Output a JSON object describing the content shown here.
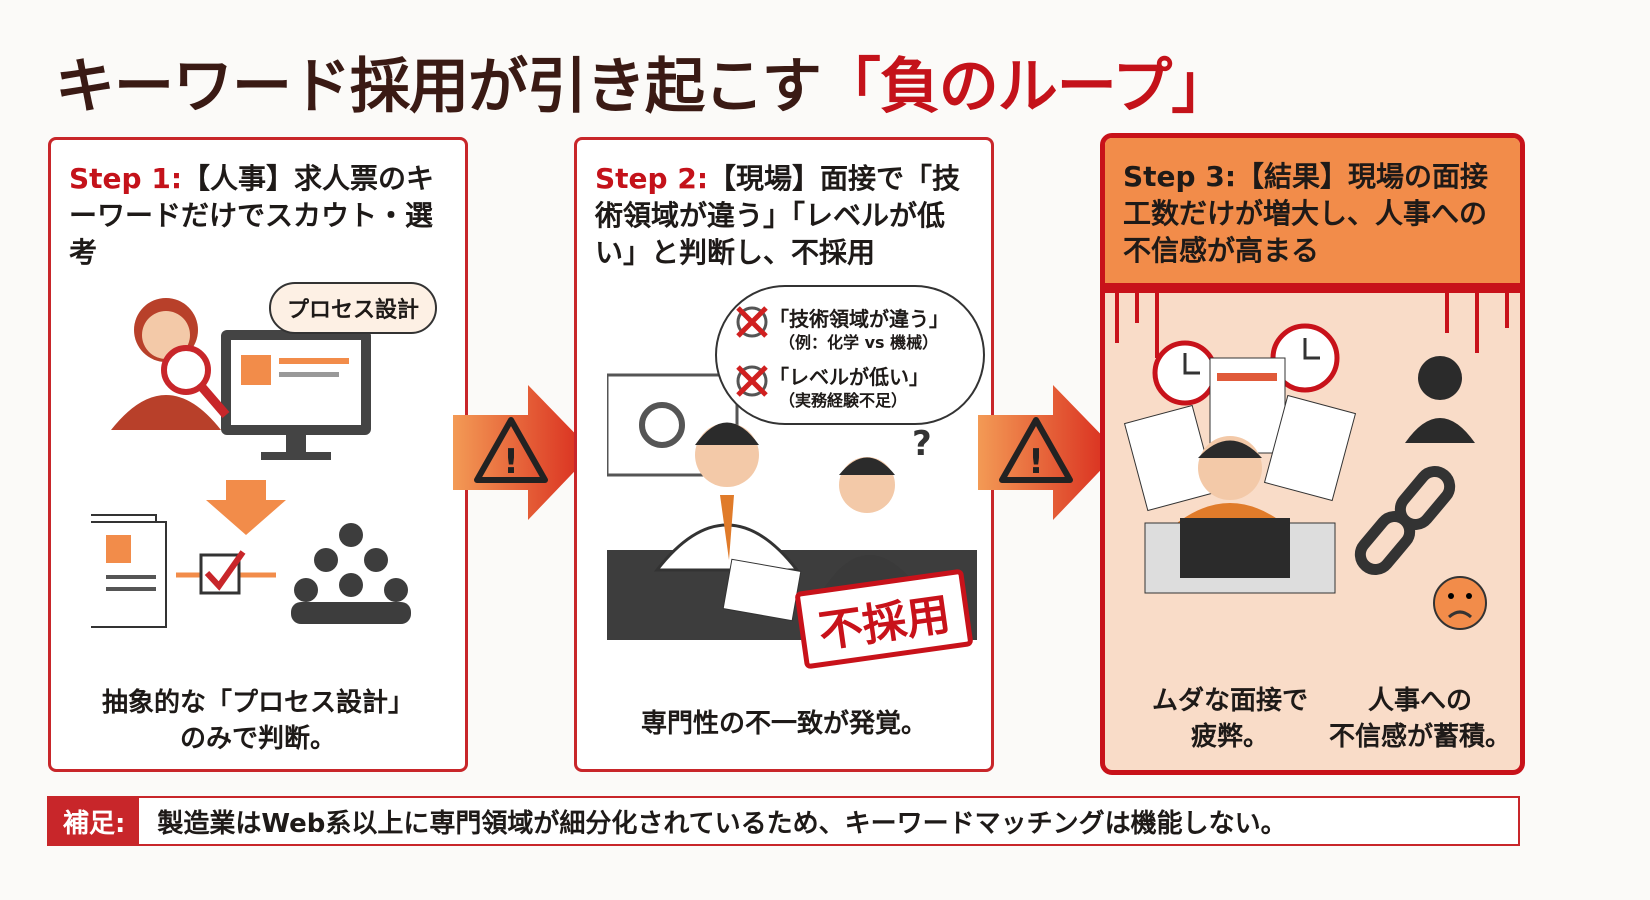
{
  "title": {
    "main": "キーワード採用が引き起こす",
    "highlight": "「負のループ」"
  },
  "steps": [
    {
      "no": "Step 1:",
      "text": "【人事】求人票のキーワードだけでスカウト・選考",
      "bubble": "プロセス設計",
      "caption_lines": [
        "抽象的な「プロセス設計」",
        "のみで判断。"
      ]
    },
    {
      "no": "Step 2:",
      "text": "【現場】面接で「技術領域が違う」「レベルが低い」と判断し、不採用",
      "reasons": [
        {
          "main": "「技術領域が違う」",
          "sub": "（例：化学 vs 機械）"
        },
        {
          "main": "「レベルが低い」",
          "sub": "（実務経験不足）"
        }
      ],
      "stamp": "不採用",
      "question": "?",
      "caption_lines": [
        "専門性の不一致が発覚。"
      ]
    },
    {
      "no": "Step 3:",
      "text": "【結果】現場の面接工数だけが増大し、人事への不信感が高まる",
      "caption_left": [
        "ムダな面接で",
        "疲弊。"
      ],
      "caption_right": [
        "人事への",
        "不信感が蓄積。"
      ]
    }
  ],
  "warning_glyph": "!",
  "footer": {
    "label": "補足:",
    "text": "製造業はWeb系以上に専門領域が細分化されているため、キーワードマッチングは機能しない。"
  },
  "colors": {
    "red": "#c8262a",
    "orange": "#f28c4a",
    "title": "#3a1a14"
  }
}
